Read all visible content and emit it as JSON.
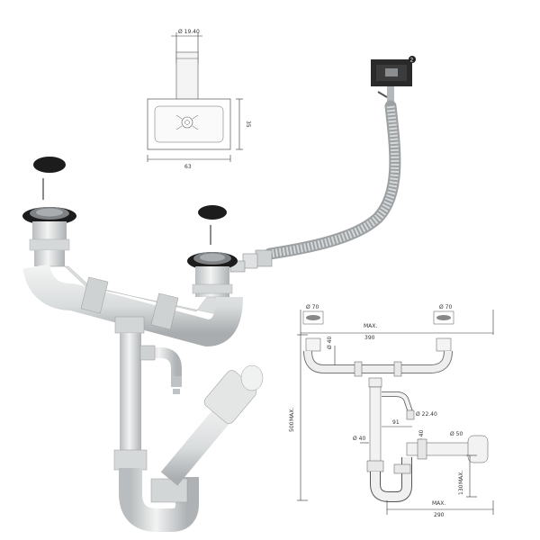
{
  "top_detail": {
    "diameter_label": "Ø 19.40",
    "width_label": "63",
    "height_label": "35"
  },
  "overflow_marker": "2",
  "drawing": {
    "d70_left": "Ø 70",
    "d70_right": "Ø 70",
    "max_width_label": "MAX.",
    "width_390_top": "390",
    "d40_upper": "Ø 40",
    "dim_91": "91",
    "d2240": "Ø 22.40",
    "d40_lower": "Ø 40",
    "d50": "Ø 50",
    "max_height_label": "MAX.",
    "height_500": "500",
    "max_130_label": "MAX.",
    "height_130": "130",
    "bottom_max_label": "MAX.",
    "width_290": "290"
  },
  "colors": {
    "pipe": "#e4e6e6",
    "pipe_shade": "#b9bdbf",
    "black": "#1c1c1c",
    "metal": "#8c9094",
    "line": "#333333"
  }
}
